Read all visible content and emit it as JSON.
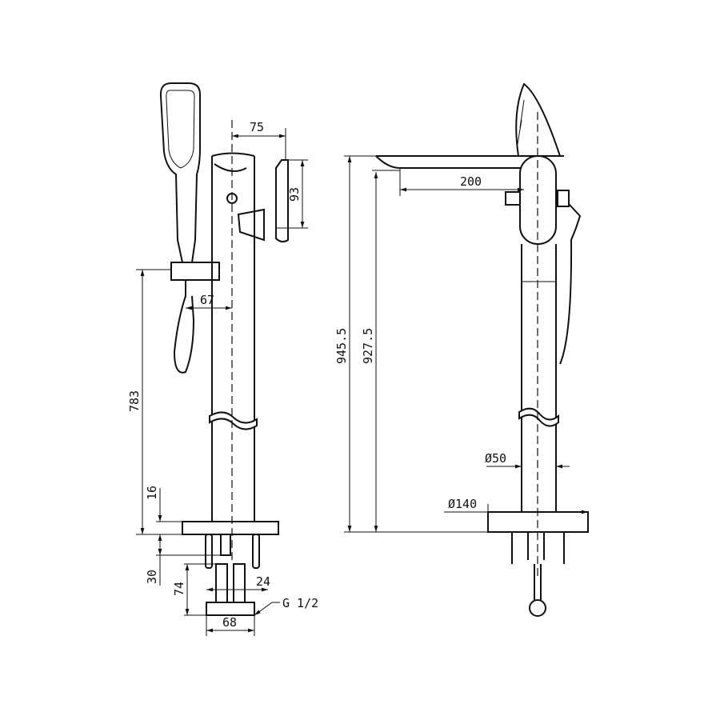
{
  "side_view": {
    "dims": {
      "spout_offset": "75",
      "lever_height": "93",
      "holder_offset": "67",
      "holder_height": "783",
      "base_thickness": "16",
      "base_to_fitting": "30",
      "fitting_height": "74",
      "pipe_spacing": "24",
      "fitting_width": "68",
      "thread": "G 1/2"
    }
  },
  "front_view": {
    "dims": {
      "total_height": "945.5",
      "outlet_height": "927.5",
      "spout_reach": "200",
      "column_diameter": "Ø50",
      "base_diameter": "Ø140"
    }
  }
}
